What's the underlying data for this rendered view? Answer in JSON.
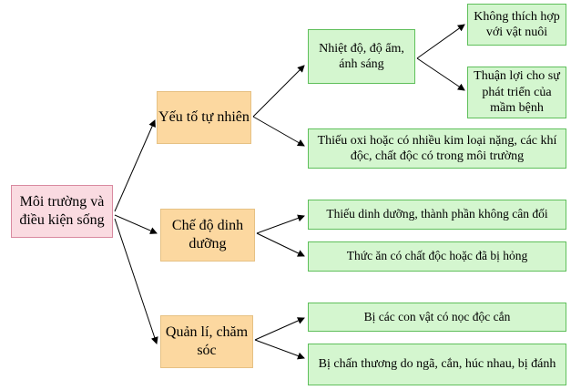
{
  "root": {
    "label": "Môi trường và điều kiện sống"
  },
  "branches": [
    {
      "label": "Yếu tố tự nhiên",
      "children": [
        {
          "label": "Nhiệt độ, độ ẩm, ánh sáng",
          "children": [
            {
              "label": "Không thích hợp với vật nuôi"
            },
            {
              "label": "Thuận lợi cho sự phát triển của mầm bệnh"
            }
          ]
        },
        {
          "label": "Thiếu oxi hoặc có nhiều kim loại nặng, các khí độc, chất độc có trong môi trường"
        }
      ]
    },
    {
      "label": "Chế độ dinh dưỡng",
      "children": [
        {
          "label": "Thiếu dinh dưỡng, thành phần không cân đối"
        },
        {
          "label": "Thức ăn có chất độc hoặc đã bị hỏng"
        }
      ]
    },
    {
      "label": "Quản lí, chăm sóc",
      "children": [
        {
          "label": "Bị các con vật có nọc độc cắn"
        },
        {
          "label": "Bị chấn thương do ngã, cắn, húc nhau, bị đánh"
        }
      ]
    }
  ]
}
